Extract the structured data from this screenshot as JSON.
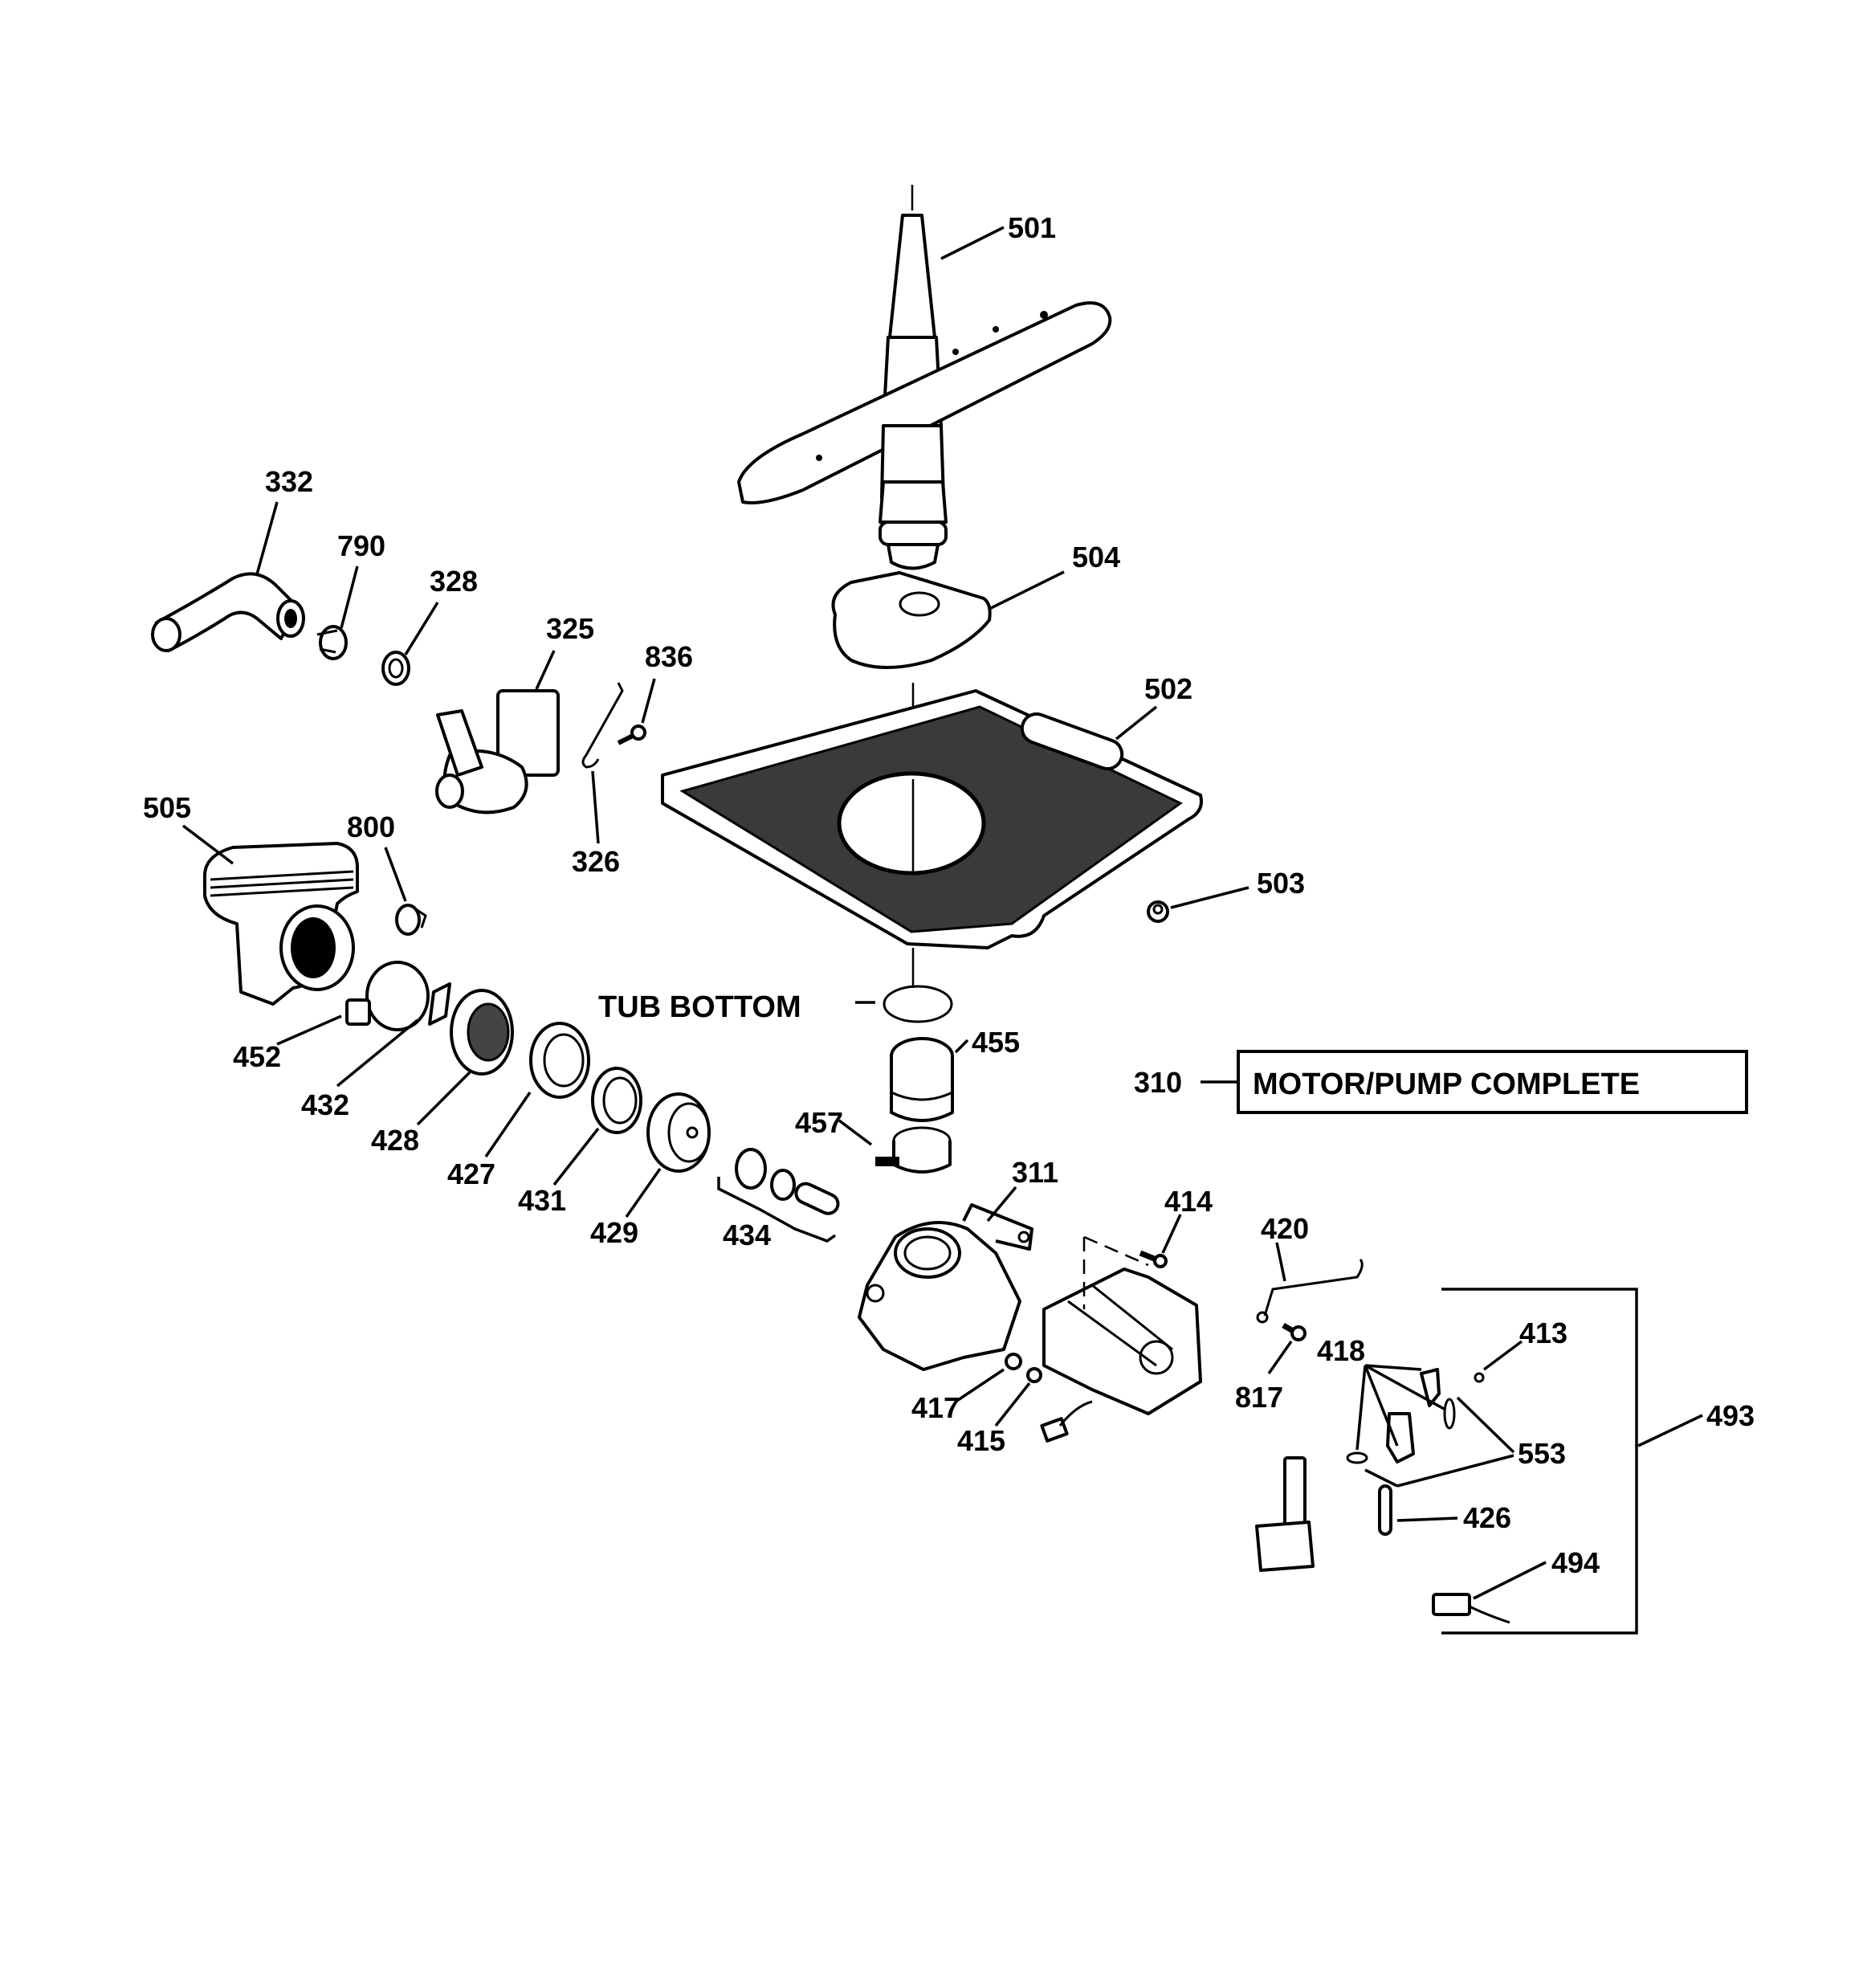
{
  "diagram": {
    "type": "exploded-parts-diagram",
    "callouts": [
      {
        "id": "501",
        "text": "501"
      },
      {
        "id": "332",
        "text": "332"
      },
      {
        "id": "790",
        "text": "790"
      },
      {
        "id": "328",
        "text": "328"
      },
      {
        "id": "325",
        "text": "325"
      },
      {
        "id": "836",
        "text": "836"
      },
      {
        "id": "504",
        "text": "504"
      },
      {
        "id": "502",
        "text": "502"
      },
      {
        "id": "505",
        "text": "505"
      },
      {
        "id": "800",
        "text": "800"
      },
      {
        "id": "326",
        "text": "326"
      },
      {
        "id": "503",
        "text": "503"
      },
      {
        "id": "455",
        "text": "455"
      },
      {
        "id": "452",
        "text": "452"
      },
      {
        "id": "432",
        "text": "432"
      },
      {
        "id": "457",
        "text": "457"
      },
      {
        "id": "428",
        "text": "428"
      },
      {
        "id": "311",
        "text": "311"
      },
      {
        "id": "427",
        "text": "427"
      },
      {
        "id": "431",
        "text": "431"
      },
      {
        "id": "414",
        "text": "414"
      },
      {
        "id": "420",
        "text": "420"
      },
      {
        "id": "429",
        "text": "429"
      },
      {
        "id": "434",
        "text": "434"
      },
      {
        "id": "413",
        "text": "413"
      },
      {
        "id": "418",
        "text": "418"
      },
      {
        "id": "493",
        "text": "493"
      },
      {
        "id": "417",
        "text": "417"
      },
      {
        "id": "817",
        "text": "817"
      },
      {
        "id": "415",
        "text": "415"
      },
      {
        "id": "553",
        "text": "553"
      },
      {
        "id": "426",
        "text": "426"
      },
      {
        "id": "494",
        "text": "494"
      }
    ],
    "section_label": "TUB BOTTOM",
    "assembly": {
      "part_number": "310",
      "description": "MOTOR/PUMP COMPLETE"
    }
  }
}
